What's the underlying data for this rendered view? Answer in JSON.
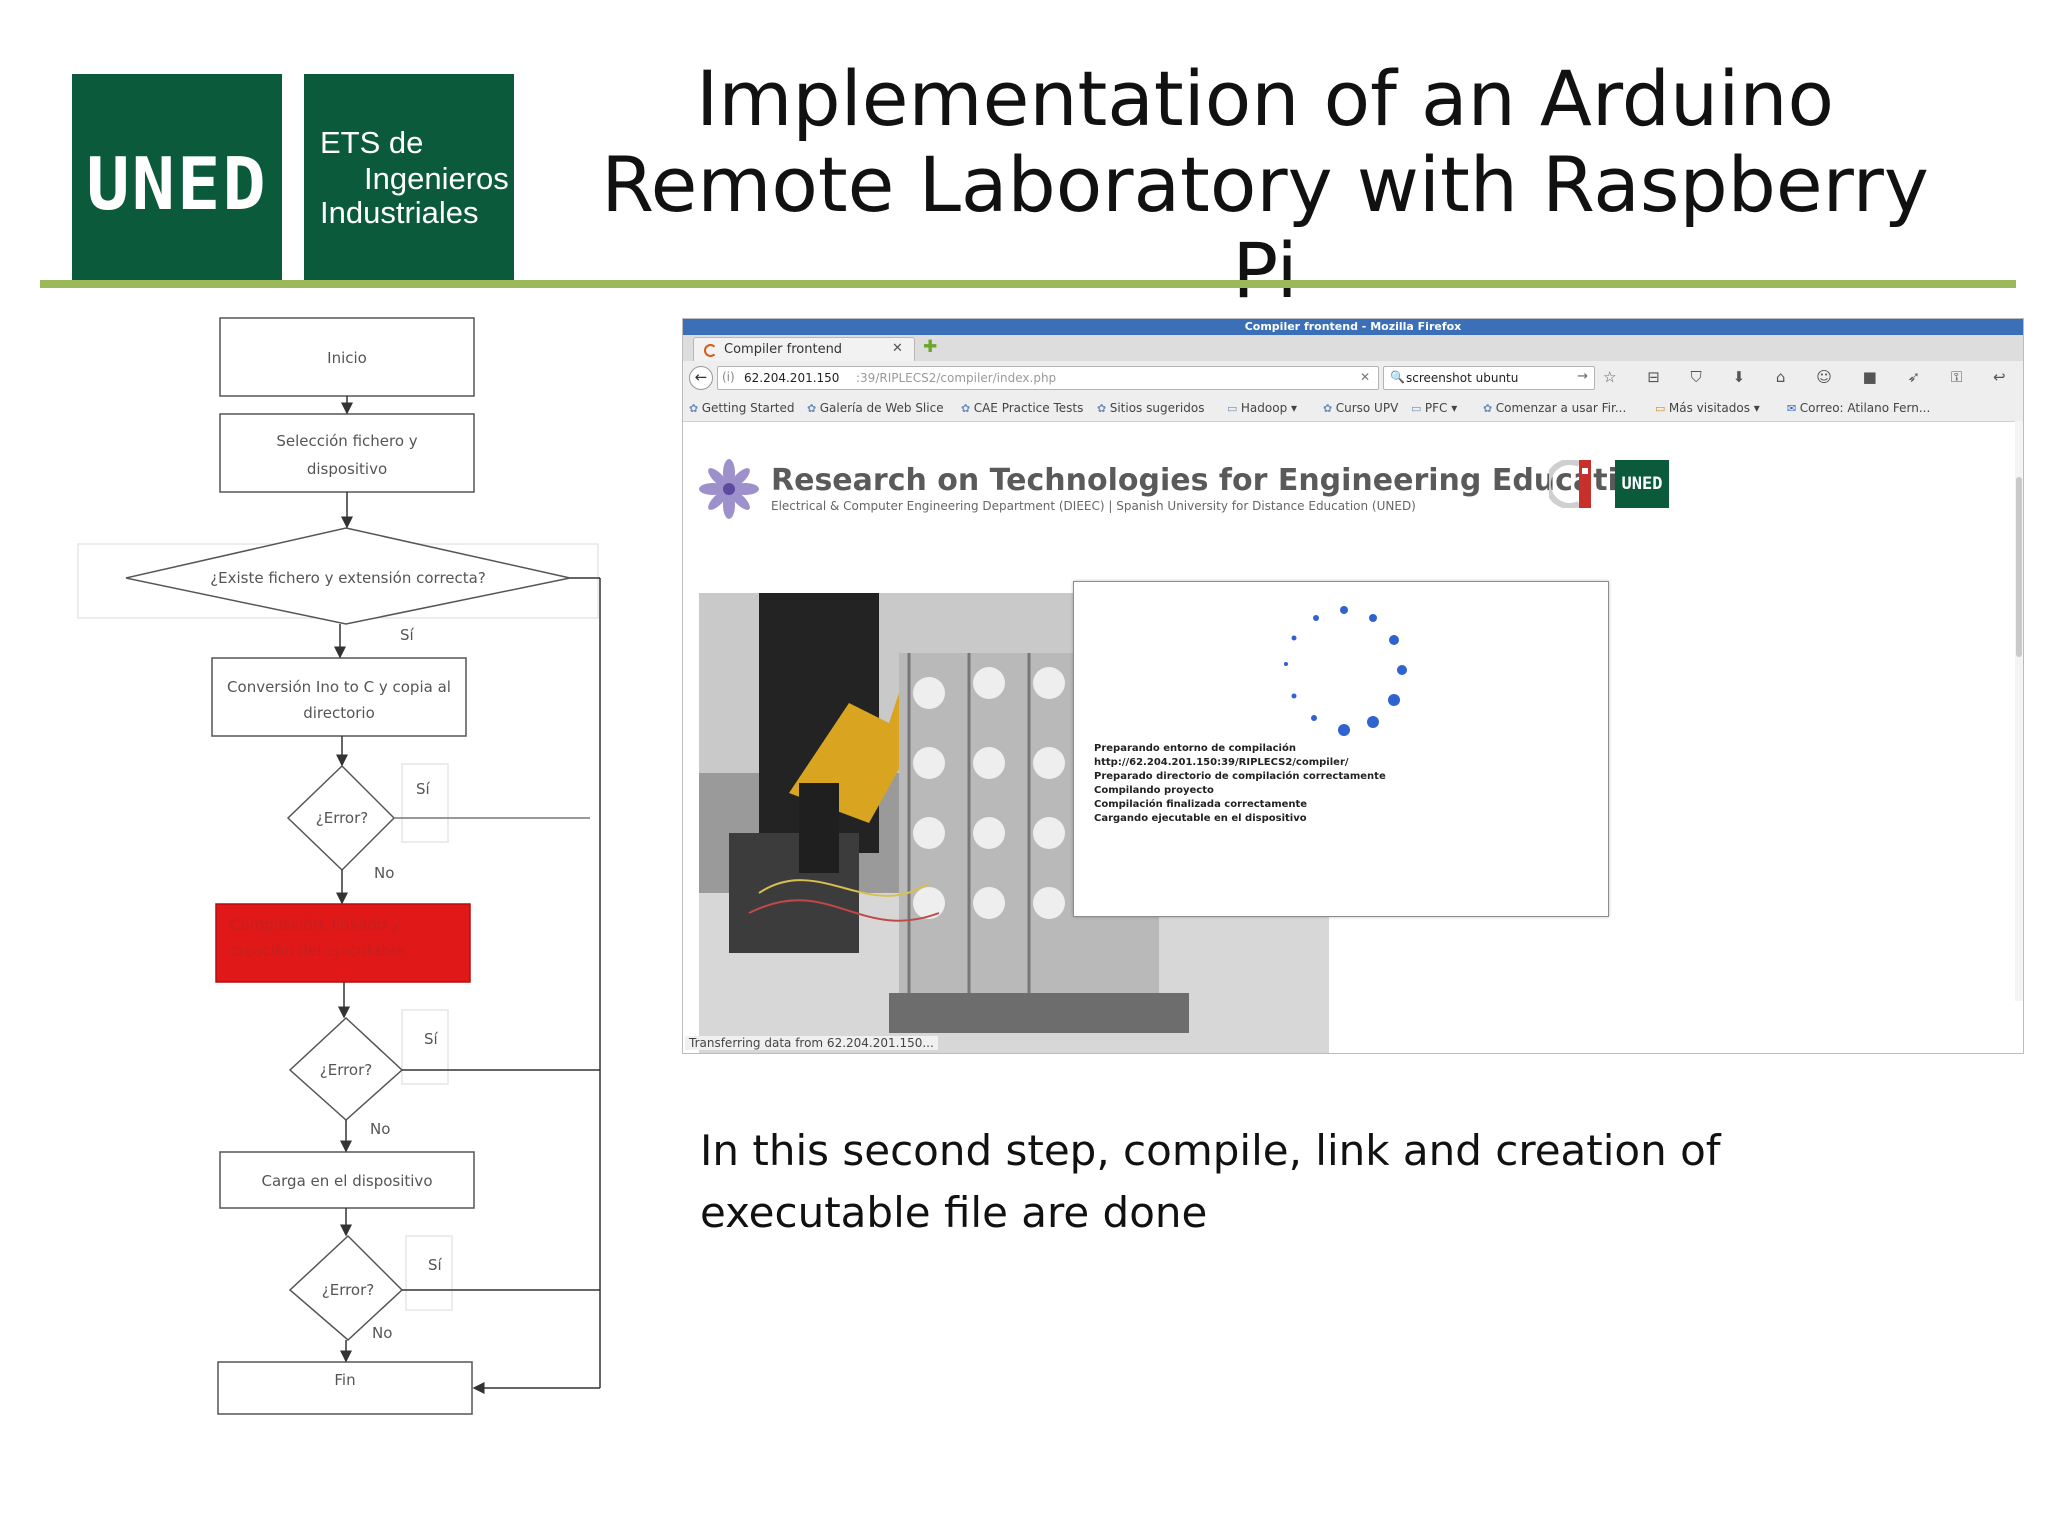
{
  "header": {
    "logo_uned": "UNED",
    "logo_ets_line1": "ETS de",
    "logo_ets_line2": "Ingenieros",
    "logo_ets_line3": "Industriales",
    "title_line1": "Implementation of an Arduino",
    "title_line2": "Remote Laboratory with Raspberry Pi"
  },
  "flowchart": {
    "start": "Inicio",
    "select_line1": "Selección fichero y",
    "select_line2": "dispositivo",
    "exists_question": "¿Existe fichero y extensión correcta?",
    "yes": "Sí",
    "no": "No",
    "convert_line1": "Conversión Ino to C y copia al",
    "convert_line2": "directorio",
    "error_question": "¿Error?",
    "compile_line1": "Compilación, linkado y",
    "compile_line2": "creación del ejecutable",
    "load": "Carga en el dispositivo",
    "end": "Fin"
  },
  "browser": {
    "window_title": "Compiler frontend - Mozilla Firefox",
    "tab_title": "Compiler frontend",
    "url_info_icon": "(i)",
    "url_host": "62.204.201.150",
    "url_path": ":39/RIPLECS2/compiler/index.php",
    "search_value": "screenshot ubuntu",
    "toolbar_icons": "☆ ⊟ ⛉ ⬇ ⌂ ☺ ■ ➶ ⚿ ↩ ☰",
    "bookmarks": [
      "Getting Started",
      "Galería de Web Slice",
      "CAE Practice Tests",
      "Sitios sugeridos",
      "Hadoop ▾",
      "Curso UPV",
      "PFC ▾",
      "Comenzar a usar Fir...",
      "Más visitados ▾",
      "Correo: Atilano Fern..."
    ],
    "site_title": "Research on Technologies for Engineering Education",
    "site_subtitle": "Electrical & Computer Engineering Department (DIEEC) | Spanish University for Distance Education (UNED)",
    "site_logo_uned": "UNED",
    "status": "Transferring data from 62.204.201.150..."
  },
  "dialog": {
    "log": [
      "Preparando entorno de compilación",
      "http://62.204.201.150:39/RIPLECS2/compiler/",
      "Preparado directorio de compilación correctamente",
      "Compilando proyecto",
      "Compilación finalizada correctamente",
      "Cargando ejecutable en el dispositivo"
    ]
  },
  "caption": {
    "line1": "In this second step, compile, link and creation of",
    "line2": "executable file are done"
  },
  "colors": {
    "brand_green": "#0b5a3c",
    "rule_green": "#9bb95a",
    "highlight_red": "#e01818",
    "spinner_blue": "#2f63d0"
  }
}
